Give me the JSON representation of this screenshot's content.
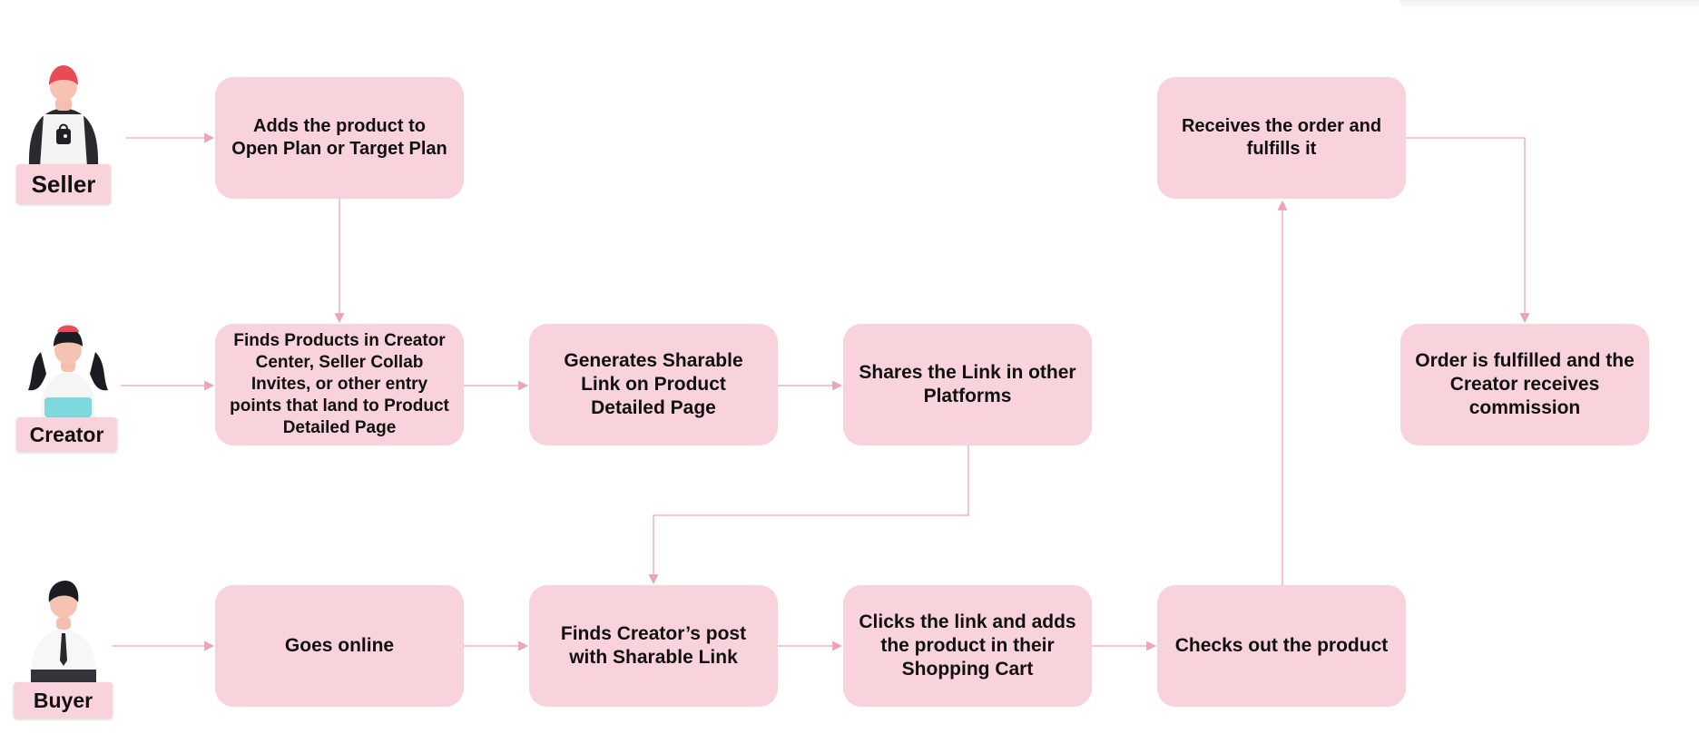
{
  "roles": {
    "seller": "Seller",
    "creator": "Creator",
    "buyer": "Buyer"
  },
  "steps": {
    "seller_adds_product": "Adds the product to Open Plan or Target Plan",
    "creator_finds_products": "Finds Products in Creator Center, Seller Collab Invites, or other entry points that land to Product Detailed Page",
    "creator_generates_link": "Generates Sharable Link on Product Detailed Page",
    "creator_shares_link": "Shares the Link in other Platforms",
    "seller_receives_order": "Receives the order and fulfills it",
    "order_fulfilled": "Order is fulfilled and the Creator receives commission",
    "buyer_goes_online": "Goes online",
    "buyer_finds_post": "Finds Creator’s post with Sharable Link",
    "buyer_clicks_link": "Clicks the link and adds the product in their Shopping Cart",
    "buyer_checks_out": "Checks out the product"
  },
  "colors": {
    "box_fill": "#f8d3dc",
    "arrow": "#f0a3b3",
    "text": "#111111"
  }
}
